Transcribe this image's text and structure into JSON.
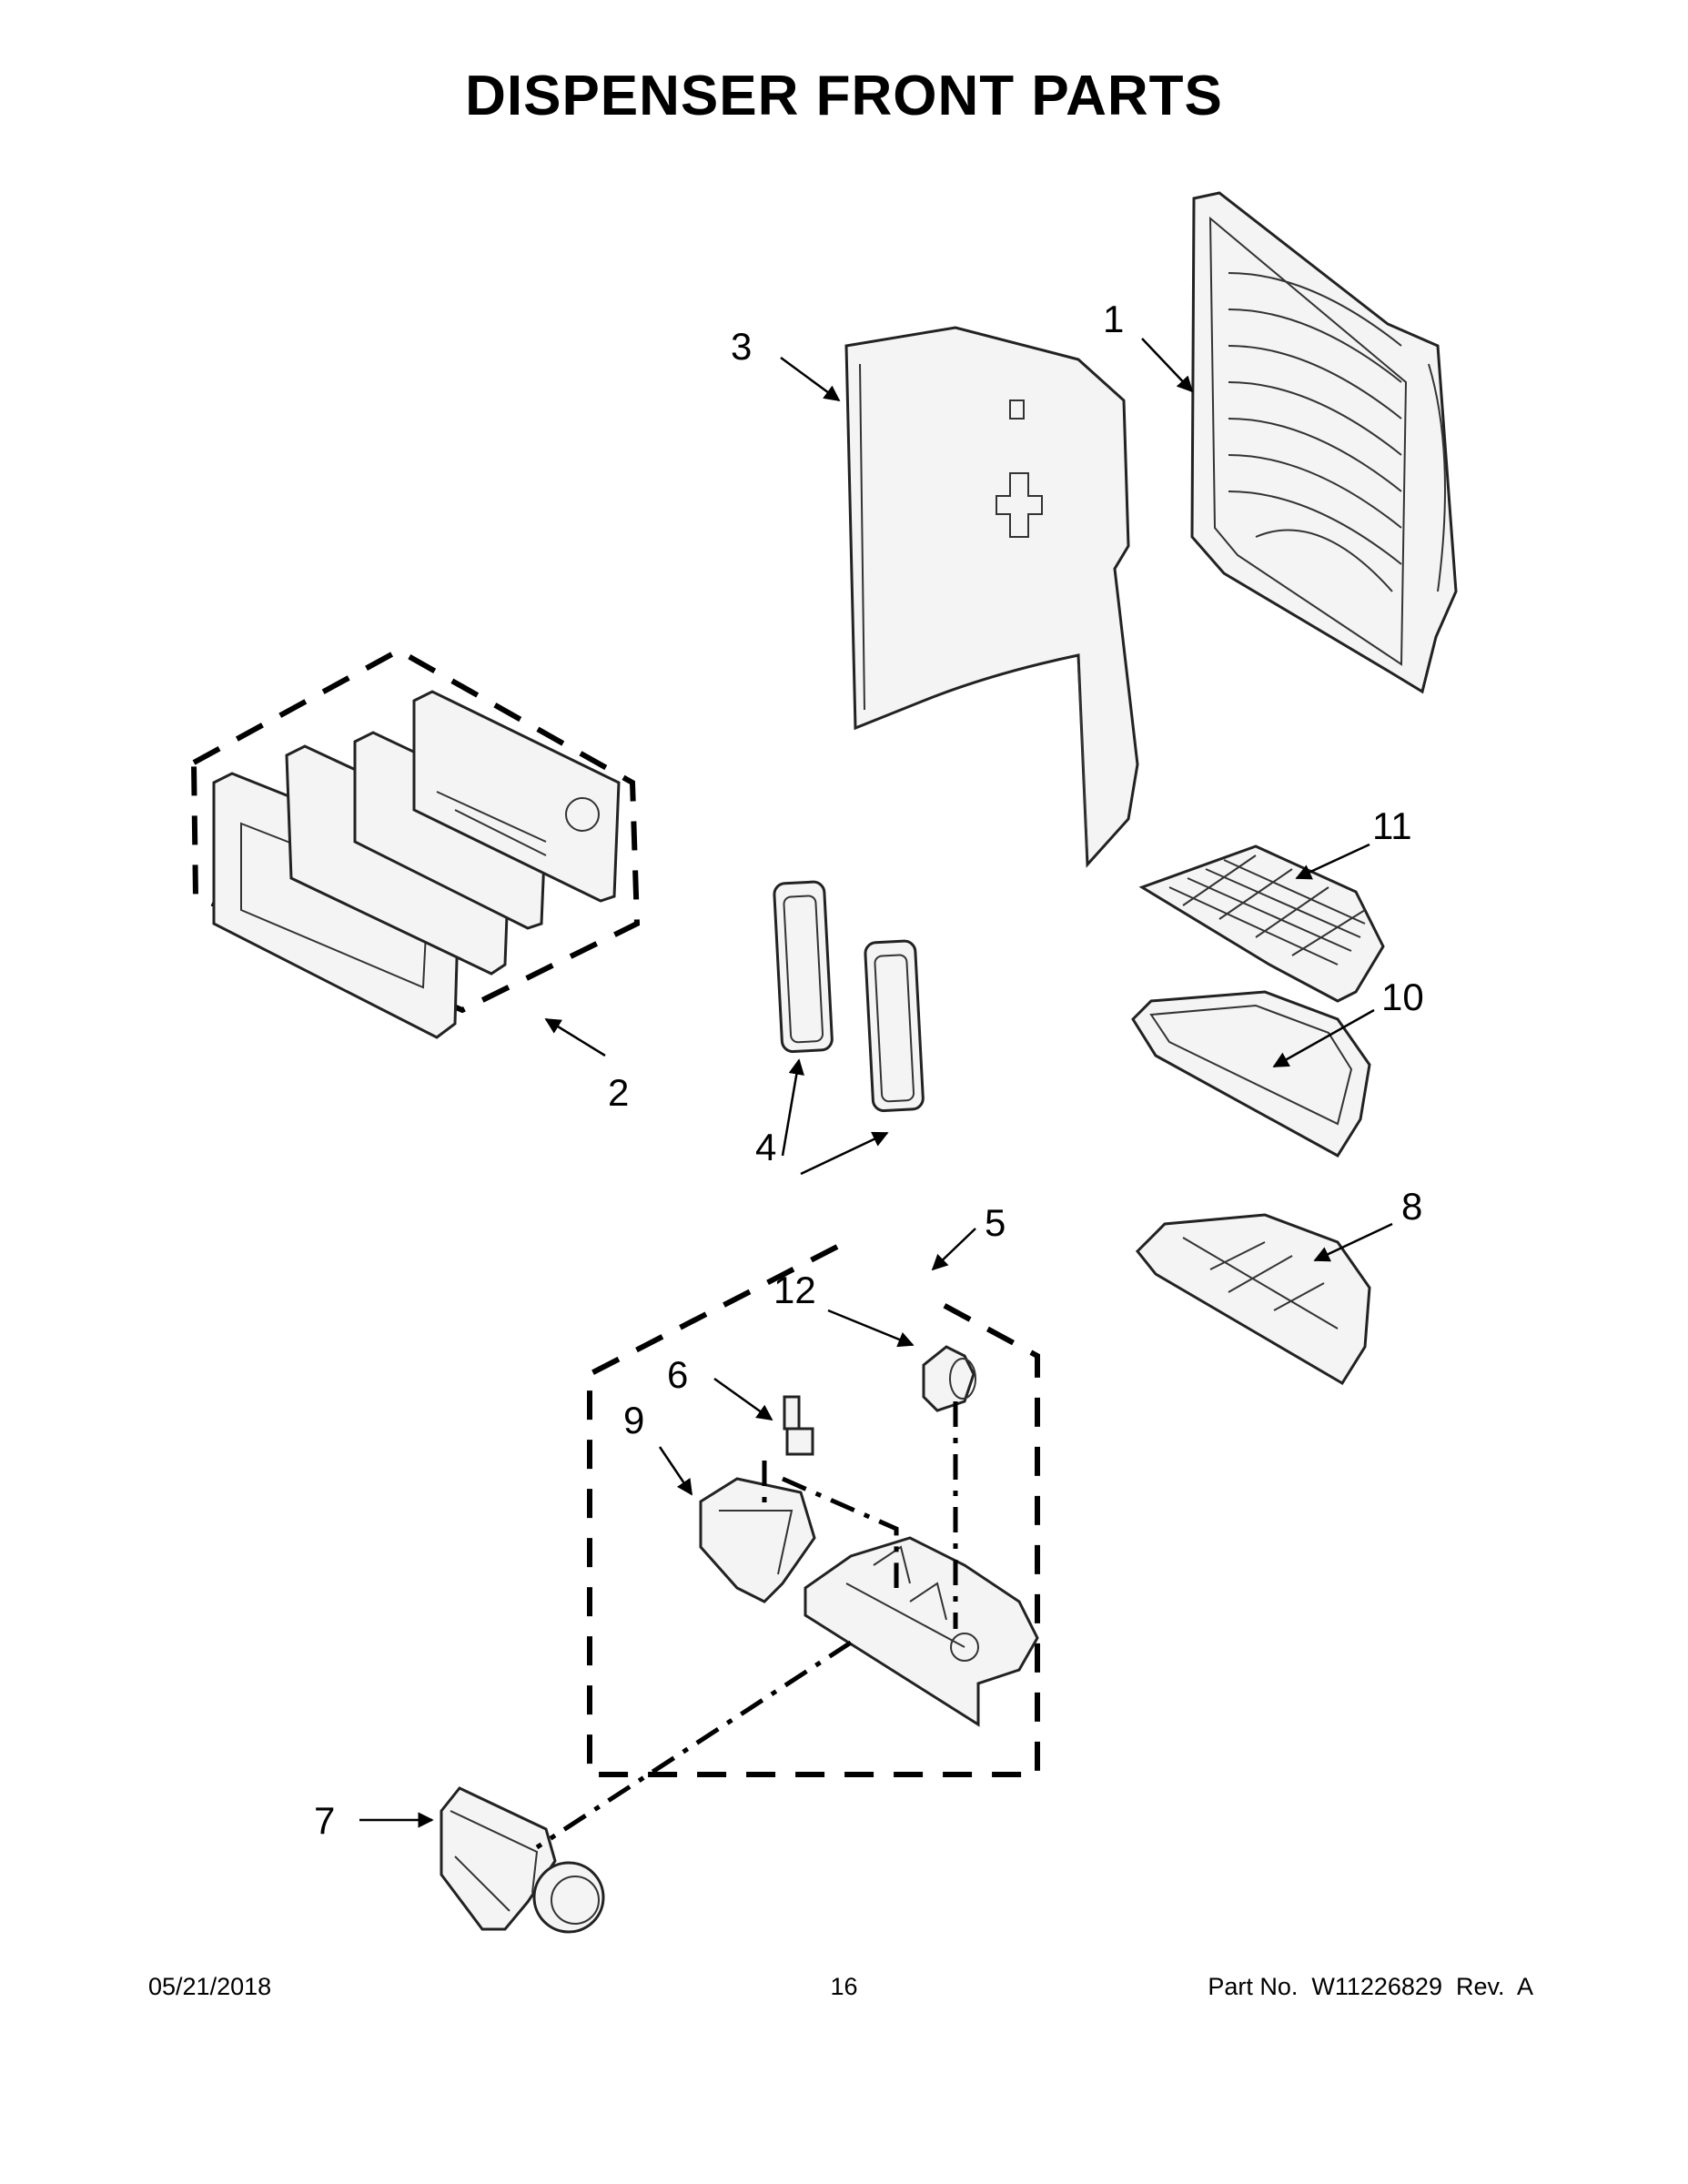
{
  "title": "DISPENSER FRONT PARTS",
  "callouts": {
    "c1": "1",
    "c2": "2",
    "c3": "3",
    "c4": "4",
    "c5": "5",
    "c6": "6",
    "c7": "7",
    "c8": "8",
    "c9": "9",
    "c10": "10",
    "c11": "11",
    "c12": "12"
  },
  "footer": {
    "date": "05/21/2018",
    "page": "16",
    "part": "Part No.  W11226829  Rev.  A"
  }
}
